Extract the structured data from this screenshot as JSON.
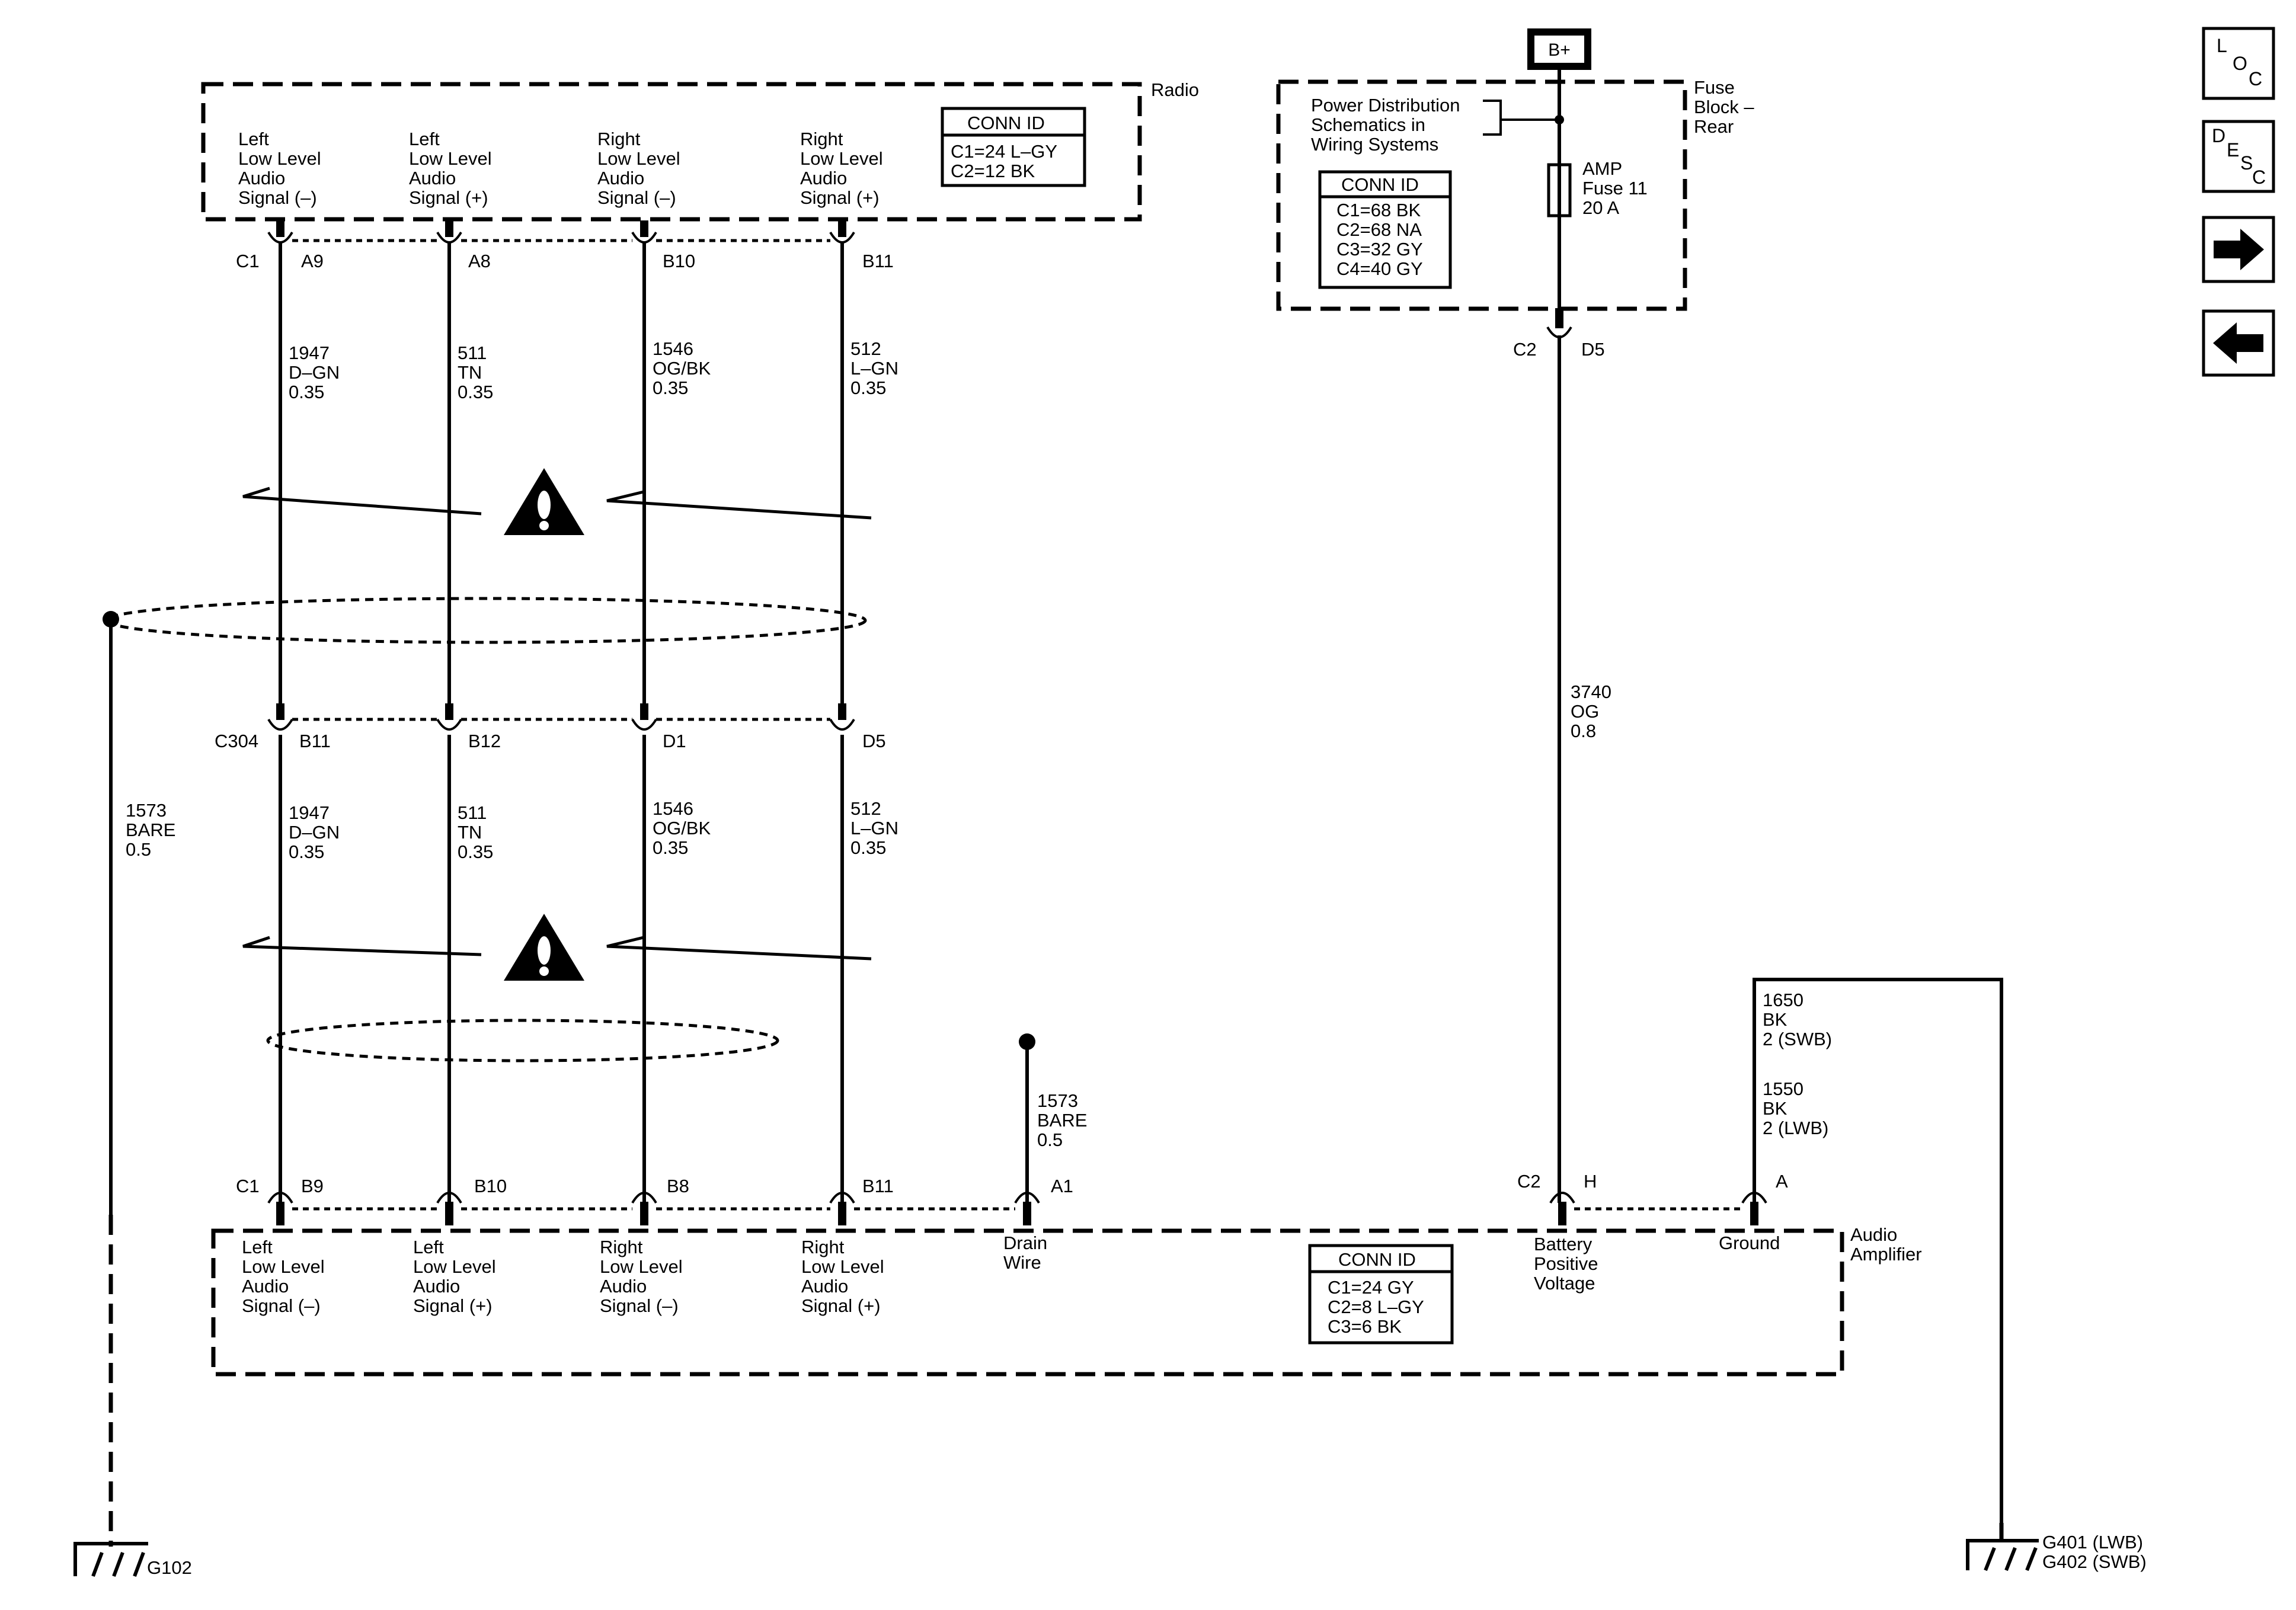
{
  "radio": {
    "name": "Radio",
    "connector": "C1",
    "conn_id": {
      "title": "CONN ID",
      "lines": [
        "C1=24 L–GY",
        "C2=12 BK"
      ]
    },
    "pins": [
      {
        "pin": "A9",
        "label": [
          "Left",
          "Low Level",
          "Audio",
          "Signal (–)"
        ]
      },
      {
        "pin": "A8",
        "label": [
          "Left",
          "Low Level",
          "Audio",
          "Signal (+)"
        ]
      },
      {
        "pin": "B10",
        "label": [
          "Right",
          "Low Level",
          "Audio",
          "Signal (–)"
        ]
      },
      {
        "pin": "B11",
        "label": [
          "Right",
          "Low Level",
          "Audio",
          "Signal (+)"
        ]
      }
    ]
  },
  "wires_upper": [
    [
      "1947",
      "D–GN",
      "0.35"
    ],
    [
      "511",
      "TN",
      "0.35"
    ],
    [
      "1546",
      "OG/BK",
      "0.35"
    ],
    [
      "512",
      "L–GN",
      "0.35"
    ]
  ],
  "inline": {
    "connector": "C304",
    "pins": [
      "B11",
      "B12",
      "D1",
      "D5"
    ]
  },
  "wires_lower": [
    [
      "1947",
      "D–GN",
      "0.35"
    ],
    [
      "511",
      "TN",
      "0.35"
    ],
    [
      "1546",
      "OG/BK",
      "0.35"
    ],
    [
      "512",
      "L–GN",
      "0.35"
    ]
  ],
  "drain_wire_left": [
    "1573",
    "BARE",
    "0.5"
  ],
  "drain_wire_right": [
    "1573",
    "BARE",
    "0.5"
  ],
  "amplifier": {
    "name": [
      "Audio",
      "Amplifier"
    ],
    "connector_left": "C1",
    "connector_right": "C2",
    "conn_id": {
      "title": "CONN ID",
      "lines": [
        "C1=24 GY",
        "C2=8 L–GY",
        "C3=6 BK"
      ]
    },
    "pins": [
      {
        "pin": "B9",
        "label": [
          "Left",
          "Low Level",
          "Audio",
          "Signal (–)"
        ]
      },
      {
        "pin": "B10",
        "label": [
          "Left",
          "Low Level",
          "Audio",
          "Signal (+)"
        ]
      },
      {
        "pin": "B8",
        "label": [
          "Right",
          "Low Level",
          "Audio",
          "Signal (–)"
        ]
      },
      {
        "pin": "B11",
        "label": [
          "Right",
          "Low Level",
          "Audio",
          "Signal (+)"
        ]
      },
      {
        "pin": "A1",
        "label": [
          "Drain",
          "Wire"
        ]
      },
      {
        "pin": "H",
        "label": [
          "Battery",
          "Positive",
          "Voltage"
        ]
      },
      {
        "pin": "A",
        "label": [
          "Ground"
        ]
      }
    ]
  },
  "fuse_block": {
    "name": [
      "Fuse",
      "Block –",
      "Rear"
    ],
    "battery": "B+",
    "ref": [
      "Power Distribution",
      "Schematics in",
      "Wiring Systems"
    ],
    "fuse": [
      "AMP",
      "Fuse 11",
      "20 A"
    ],
    "conn_id": {
      "title": "CONN ID",
      "lines": [
        "C1=68 BK",
        "C2=68 NA",
        "C3=32 GY",
        "C4=40 GY"
      ]
    },
    "connector": "C2",
    "pin": "D5"
  },
  "power_wire": [
    "3740",
    "OG",
    "0.8"
  ],
  "ground_wire": [
    "1650",
    "BK",
    "2 (SWB)",
    "1550",
    "BK",
    "2 (LWB)"
  ],
  "grounds": {
    "left": "G102",
    "right": [
      "G401 (LWB)",
      "G402  (SWB)"
    ]
  },
  "nav": [
    {
      "name": "loc-button",
      "letters": [
        "L",
        "O",
        "C"
      ]
    },
    {
      "name": "desc-button",
      "letters": [
        "D",
        "E",
        "S",
        "C"
      ]
    },
    {
      "name": "next-arrow-button"
    },
    {
      "name": "prev-arrow-button"
    }
  ]
}
